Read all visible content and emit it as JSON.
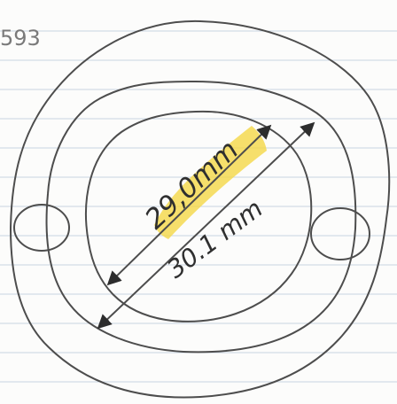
{
  "drawing": {
    "corner_note": "593",
    "inner_diameter_label": "29,0mm",
    "outer_diameter_label": "30.1 mm"
  },
  "colors": {
    "paper": "#fcfcfb",
    "rule_line": "#b9c6d8",
    "pencil": "#4d4d4d",
    "highlighter": "#f4d84a"
  },
  "icons": {
    "arrow_head": "arrow-head-icon"
  }
}
